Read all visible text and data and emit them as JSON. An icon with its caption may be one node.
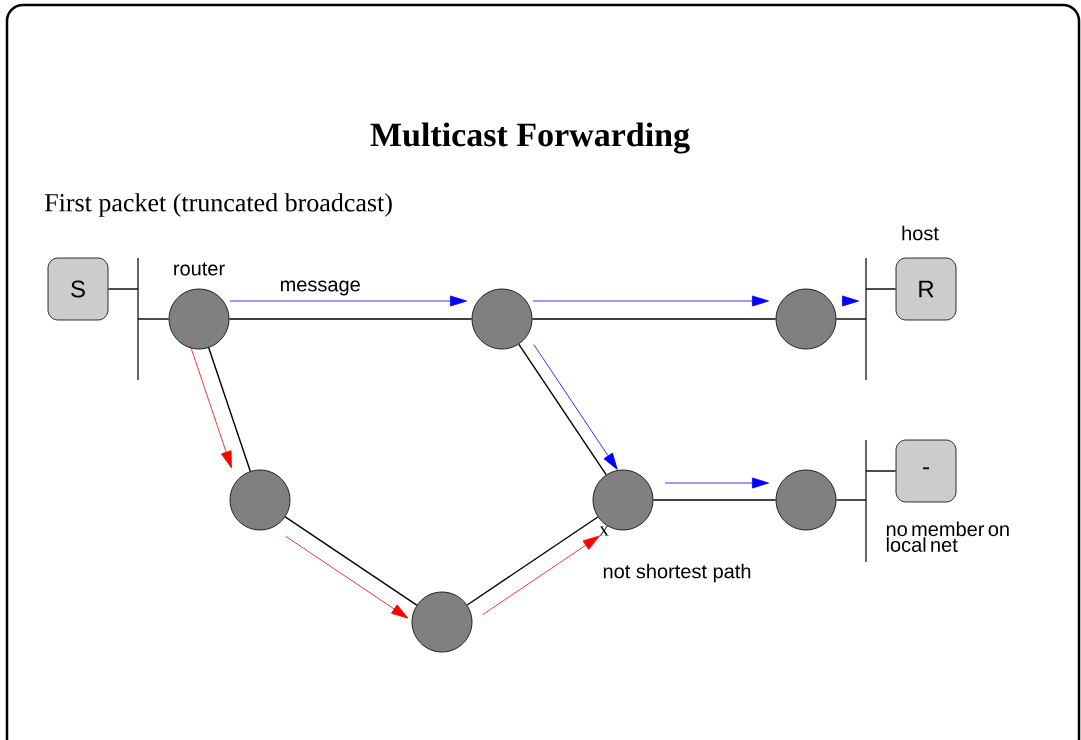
{
  "diagram": {
    "title": "Multicast Forwarding",
    "nodes": [
      {
        "text": [
          "S"
        ]
      },
      {
        "text": [],
        "shape": "bar"
      },
      {
        "text": [],
        "shape": "circle",
        "beside": [
          "router"
        ]
      },
      {
        "text": [],
        "shape": "circle"
      },
      {
        "text": [],
        "shape": "circle"
      },
      {
        "text": [],
        "shape": "bar"
      },
      {
        "text": [
          "R"
        ],
        "beside": [
          "host"
        ]
      },
      {
        "text": [],
        "shape": "circle"
      },
      {
        "text": [],
        "shape": "circle"
      },
      {
        "text": [],
        "shape": "circle"
      },
      {
        "text": [],
        "shape": "bar"
      },
      {
        "text": [
          "-"
        ],
        "beside": [
          "no member on local net"
        ]
      },
      {
        "text": [],
        "shape": "circle"
      }
    ],
    "edges": [
      {
        "from": 0,
        "to": 1,
        "arrow": "none"
      },
      {
        "from": 1,
        "to": 2,
        "arrow": "none"
      },
      {
        "from": 2,
        "to": 3,
        "arrow": "none"
      },
      {
        "from": 3,
        "to": 4,
        "arrow": "none"
      },
      {
        "from": 4,
        "to": 5,
        "arrow": "none"
      },
      {
        "from": 5,
        "to": 6,
        "arrow": "none"
      },
      {
        "from": 2,
        "to": 7,
        "arrow": "none"
      },
      {
        "from": 3,
        "to": 8,
        "arrow": "none"
      },
      {
        "from": 7,
        "to": 12,
        "arrow": "none"
      },
      {
        "from": 12,
        "to": 8,
        "arrow": "none"
      },
      {
        "from": 8,
        "to": 9,
        "arrow": "none"
      },
      {
        "from": 9,
        "to": 10,
        "arrow": "none"
      },
      {
        "from": 10,
        "to": 11,
        "arrow": "none"
      },
      {
        "from": 2,
        "to": 3,
        "arrow": "to",
        "label": "message",
        "color": "#0000ff"
      },
      {
        "from": 3,
        "to": 4,
        "arrow": "to",
        "color": "#0000ff"
      },
      {
        "from": 4,
        "to": 5,
        "arrow": "to",
        "color": "#0000ff"
      },
      {
        "from": 3,
        "to": 8,
        "arrow": "to",
        "color": "#0000ff"
      },
      {
        "from": 8,
        "to": 9,
        "arrow": "to",
        "color": "#0000ff"
      },
      {
        "from": 2,
        "to": 7,
        "arrow": "to",
        "color": "#ff0000"
      },
      {
        "from": 7,
        "to": 12,
        "arrow": "to",
        "color": "#ff0000"
      },
      {
        "from": 12,
        "to": 8,
        "arrow": "to",
        "color": "#ff0000"
      }
    ],
    "labels": [
      "First packet (truncated broadcast)",
      "x",
      "not shortest path"
    ]
  }
}
